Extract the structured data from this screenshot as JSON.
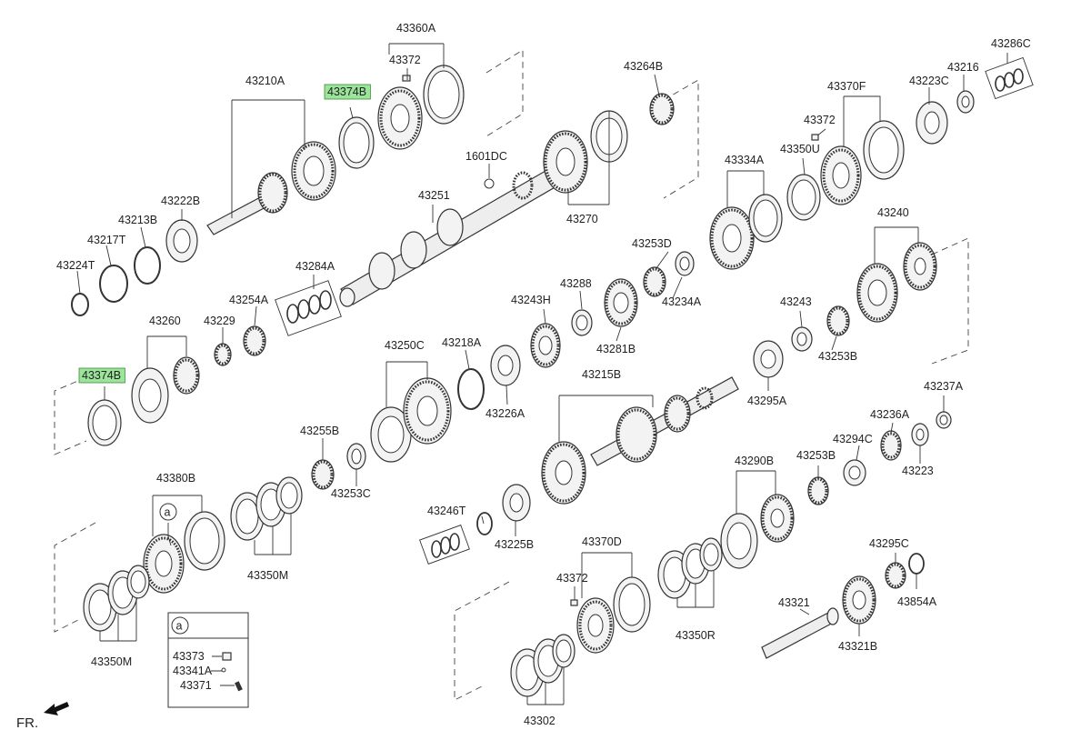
{
  "corner_label": "FR.",
  "highlighted_labels": [
    "43374B"
  ],
  "highlight_color": "#9be59a",
  "callouts": [
    {
      "id": "43360A"
    },
    {
      "id": "43372"
    },
    {
      "id": "43374B"
    },
    {
      "id": "43210A"
    },
    {
      "id": "43264B"
    },
    {
      "id": "43286C"
    },
    {
      "id": "43216"
    },
    {
      "id": "43223C"
    },
    {
      "id": "43370F"
    },
    {
      "id": "43372"
    },
    {
      "id": "43350U"
    },
    {
      "id": "1601DC"
    },
    {
      "id": "43334A"
    },
    {
      "id": "43251"
    },
    {
      "id": "43270"
    },
    {
      "id": "43222B"
    },
    {
      "id": "43213B"
    },
    {
      "id": "43217T"
    },
    {
      "id": "43224T"
    },
    {
      "id": "43240"
    },
    {
      "id": "43253D"
    },
    {
      "id": "43284A"
    },
    {
      "id": "43288"
    },
    {
      "id": "43234A"
    },
    {
      "id": "43254A"
    },
    {
      "id": "43243H"
    },
    {
      "id": "43260"
    },
    {
      "id": "43229"
    },
    {
      "id": "43243"
    },
    {
      "id": "43281B"
    },
    {
      "id": "43250C"
    },
    {
      "id": "43218A"
    },
    {
      "id": "43253B"
    },
    {
      "id": "43374B"
    },
    {
      "id": "43215B"
    },
    {
      "id": "43226A"
    },
    {
      "id": "43295A"
    },
    {
      "id": "43237A"
    },
    {
      "id": "43255B"
    },
    {
      "id": "43236A"
    },
    {
      "id": "43294C"
    },
    {
      "id": "43380B"
    },
    {
      "id": "43290B"
    },
    {
      "id": "43253B"
    },
    {
      "id": "43223"
    },
    {
      "id": "43253C"
    },
    {
      "id": "43246T"
    },
    {
      "id": "43225B"
    },
    {
      "id": "43370D"
    },
    {
      "id": "43350M"
    },
    {
      "id": "43295C"
    },
    {
      "id": "43372"
    },
    {
      "id": "43321"
    },
    {
      "id": "43854A"
    },
    {
      "id": "43350R"
    },
    {
      "id": "43350M"
    },
    {
      "id": "43321B"
    },
    {
      "id": "43302"
    }
  ],
  "inset": {
    "circle_label": "a",
    "callout_symbol": "a",
    "items": [
      "43373",
      "43341A",
      "43371"
    ]
  },
  "icons": {
    "fr_arrow": "arrow-left-icon"
  }
}
